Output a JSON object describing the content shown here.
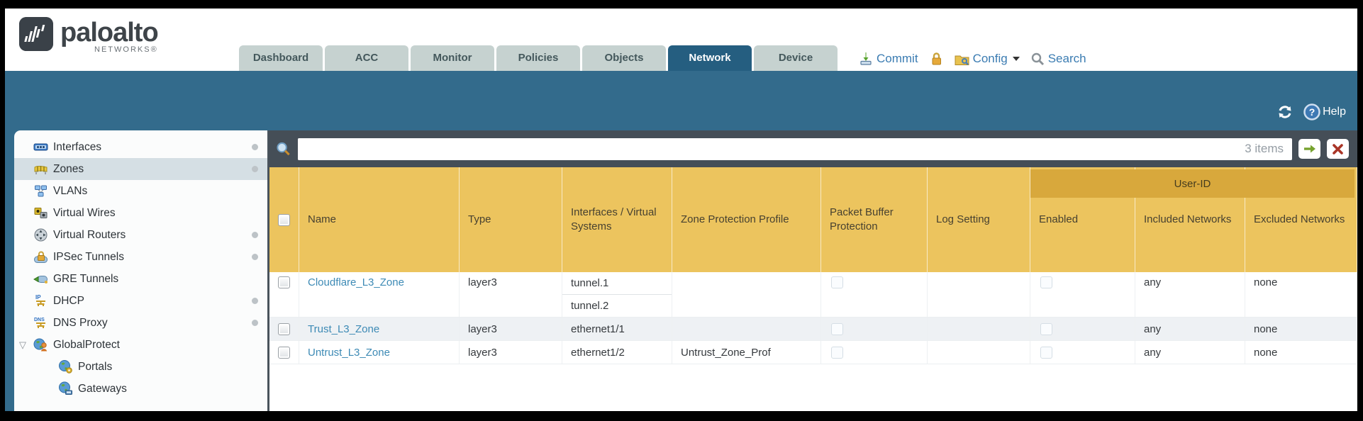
{
  "header": {
    "logo": {
      "brand": "paloalto",
      "sub": "NETWORKS®"
    },
    "tabs": [
      {
        "label": "Dashboard",
        "active": false
      },
      {
        "label": "ACC",
        "active": false
      },
      {
        "label": "Monitor",
        "active": false
      },
      {
        "label": "Policies",
        "active": false
      },
      {
        "label": "Objects",
        "active": false
      },
      {
        "label": "Network",
        "active": true
      },
      {
        "label": "Device",
        "active": false
      }
    ],
    "actions": {
      "commit": "Commit",
      "config": "Config",
      "search": "Search"
    }
  },
  "toolbar": {
    "help_label": "Help"
  },
  "sidebar": {
    "items": [
      {
        "label": "Interfaces",
        "icon": "interfaces-icon",
        "dot": true,
        "selected": false
      },
      {
        "label": "Zones",
        "icon": "zones-icon",
        "dot": true,
        "selected": true
      },
      {
        "label": "VLANs",
        "icon": "vlans-icon",
        "dot": false,
        "selected": false
      },
      {
        "label": "Virtual Wires",
        "icon": "virtual-wires-icon",
        "dot": false,
        "selected": false
      },
      {
        "label": "Virtual Routers",
        "icon": "virtual-routers-icon",
        "dot": true,
        "selected": false
      },
      {
        "label": "IPSec Tunnels",
        "icon": "ipsec-tunnels-icon",
        "dot": true,
        "selected": false
      },
      {
        "label": "GRE Tunnels",
        "icon": "gre-tunnels-icon",
        "dot": false,
        "selected": false
      },
      {
        "label": "DHCP",
        "icon": "dhcp-icon",
        "dot": true,
        "selected": false
      },
      {
        "label": "DNS Proxy",
        "icon": "dns-proxy-icon",
        "dot": true,
        "selected": false
      },
      {
        "label": "GlobalProtect",
        "icon": "globalprotect-icon",
        "dot": false,
        "selected": false,
        "expanded": true
      },
      {
        "label": "Portals",
        "icon": "portals-icon",
        "dot": false,
        "selected": false,
        "child": true
      },
      {
        "label": "Gateways",
        "icon": "gateways-icon",
        "dot": false,
        "selected": false,
        "child": true
      }
    ]
  },
  "filter": {
    "value": "",
    "count_label": "3 items"
  },
  "table": {
    "group_header": "User-ID",
    "columns": [
      "",
      "Name",
      "Type",
      "Interfaces / Virtual Systems",
      "Zone Protection Profile",
      "Packet Buffer Protection",
      "Log Setting",
      "Enabled",
      "Included Networks",
      "Excluded Networks"
    ],
    "rows": [
      {
        "name": "Cloudflare_L3_Zone",
        "type": "layer3",
        "interfaces": [
          "tunnel.1",
          "tunnel.2"
        ],
        "zone_protection_profile": "",
        "log_setting": "",
        "included_networks": "any",
        "excluded_networks": "none"
      },
      {
        "name": "Trust_L3_Zone",
        "type": "layer3",
        "interfaces": [
          "ethernet1/1"
        ],
        "zone_protection_profile": "",
        "log_setting": "",
        "included_networks": "any",
        "excluded_networks": "none"
      },
      {
        "name": "Untrust_L3_Zone",
        "type": "layer3",
        "interfaces": [
          "ethernet1/2"
        ],
        "zone_protection_profile": "Untrust_Zone_Prof",
        "log_setting": "",
        "included_networks": "any",
        "excluded_networks": "none"
      }
    ]
  },
  "colors": {
    "teal_band": "#336b8c",
    "active_tab": "#255e80",
    "inactive_tab": "#c6d2d0",
    "dark_bar": "#454e57",
    "table_header": "#ecc45e",
    "user_id_band": "#d8a83c",
    "link_blue": "#3b7cb2",
    "zone_link": "#3d8ab5",
    "alt_row": "#eef1f4",
    "black_frame": "#000000"
  }
}
